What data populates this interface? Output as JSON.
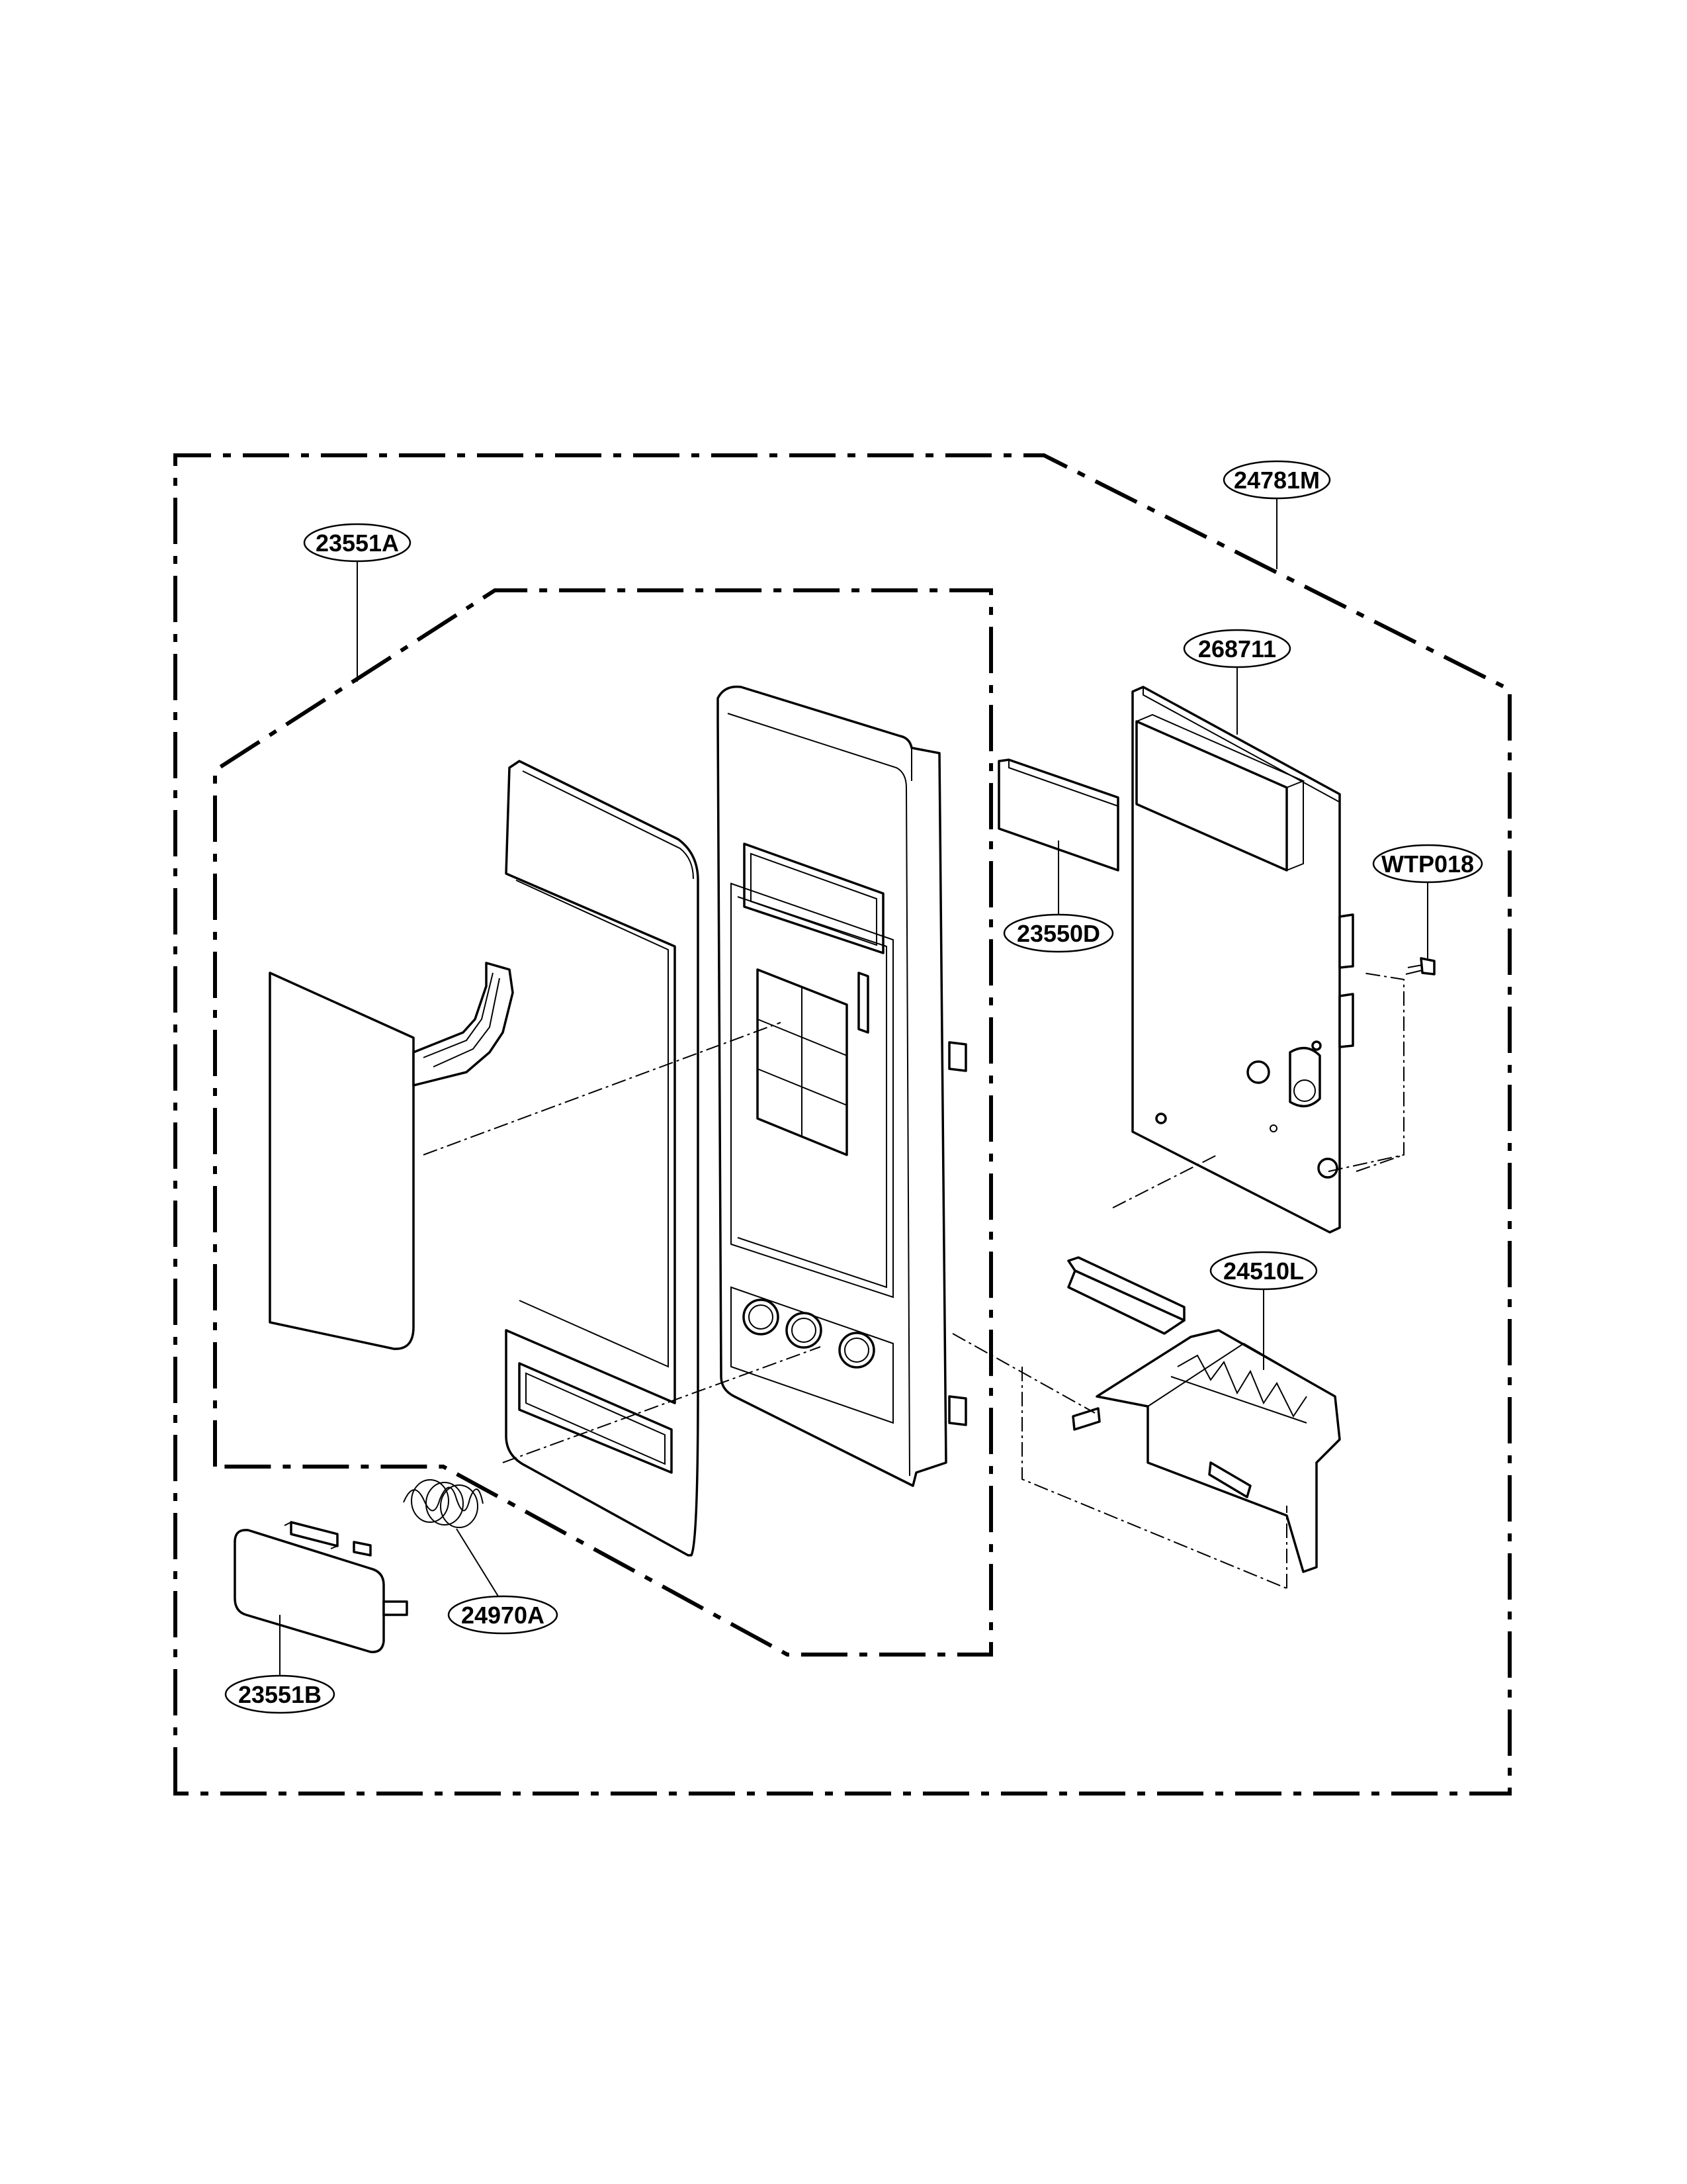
{
  "labels": {
    "assembly_outer": "24781M",
    "control_panel": "23551A",
    "pcb": "268711",
    "window": "23550D",
    "screw": "WTP018",
    "latch_lever": "24510L",
    "spring": "24970A",
    "door_button": "23551B"
  }
}
